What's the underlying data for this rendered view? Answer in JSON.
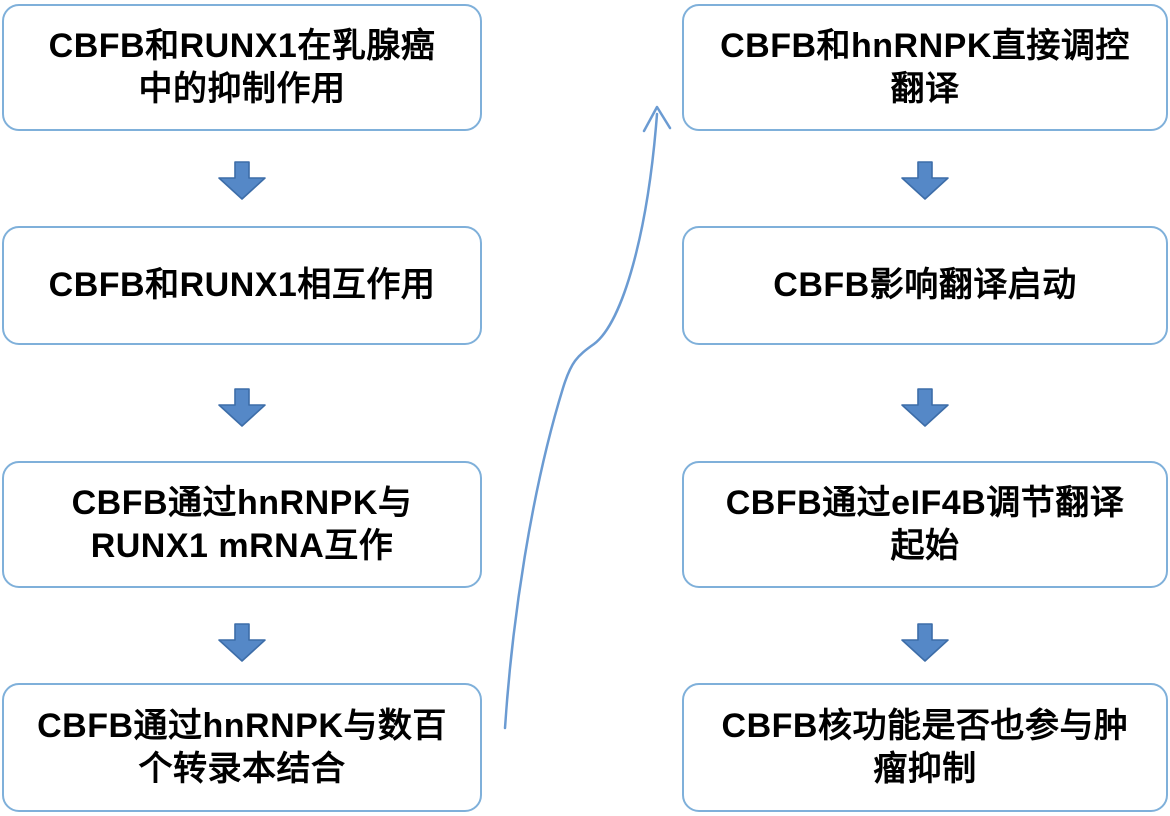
{
  "colors": {
    "background": "#ffffff",
    "box_fill": "#ffffff",
    "box_border": "#7fb0da",
    "box_text": "#000000",
    "block_arrow_fill": "#5588c7",
    "block_arrow_border": "#3d6da8",
    "curved_connector": "#6b9bd2"
  },
  "flowchart": {
    "left_column": [
      {
        "id": "left-1",
        "text": "CBFB和RUNX1在乳腺癌\n中的抑制作用"
      },
      {
        "id": "left-2",
        "text": "CBFB和RUNX1相互作用"
      },
      {
        "id": "left-3",
        "text": "CBFB通过hnRNPK与\nRUNX1 mRNA互作"
      },
      {
        "id": "left-4",
        "text": "CBFB通过hnRNPK与数百\n个转录本结合"
      }
    ],
    "right_column": [
      {
        "id": "right-1",
        "text": "CBFB和hnRNPK直接调控\n翻译"
      },
      {
        "id": "right-2",
        "text": "CBFB影响翻译启动"
      },
      {
        "id": "right-3",
        "text": "CBFB通过eIF4B调节翻译\n起始"
      },
      {
        "id": "right-4",
        "text": "CBFB核功能是否也参与肿\n瘤抑制"
      }
    ],
    "connectors": [
      {
        "type": "block-down-arrow",
        "from": "left-1",
        "to": "left-2"
      },
      {
        "type": "block-down-arrow",
        "from": "left-2",
        "to": "left-3"
      },
      {
        "type": "block-down-arrow",
        "from": "left-3",
        "to": "left-4"
      },
      {
        "type": "curved-up-arrow",
        "from": "left-4",
        "to": "right-1"
      },
      {
        "type": "block-down-arrow",
        "from": "right-1",
        "to": "right-2"
      },
      {
        "type": "block-down-arrow",
        "from": "right-2",
        "to": "right-3"
      },
      {
        "type": "block-down-arrow",
        "from": "right-3",
        "to": "right-4"
      }
    ]
  }
}
